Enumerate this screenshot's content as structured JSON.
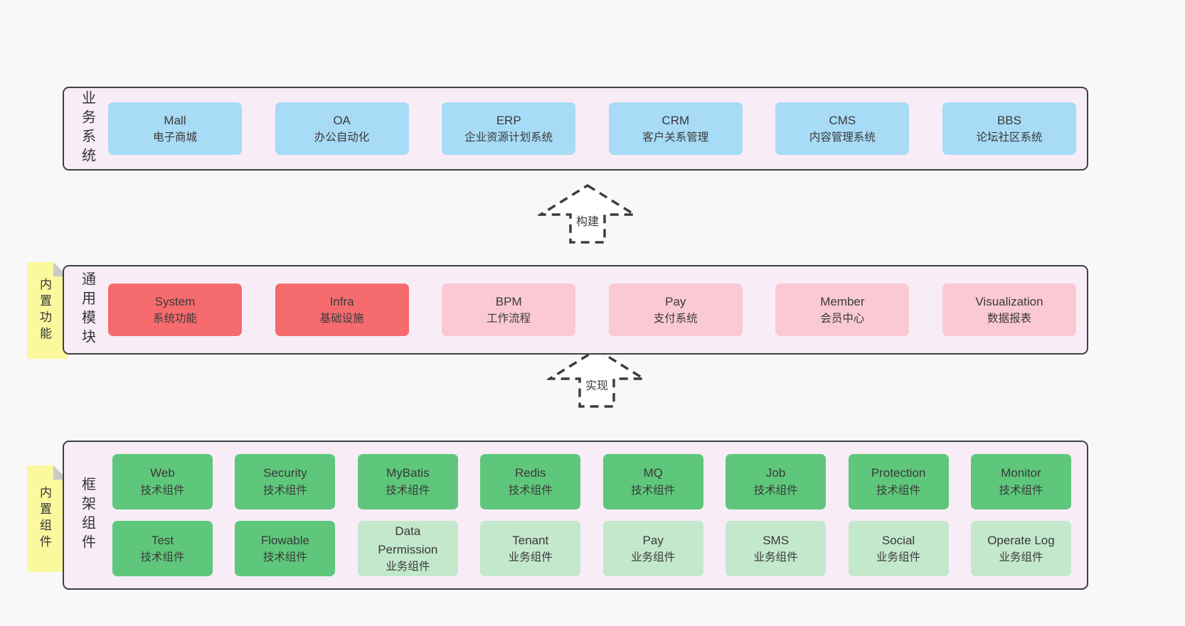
{
  "colors": {
    "page_bg": "#f8f8f8",
    "container_bg": "#f8edf7",
    "container_border": "#3f3f3f",
    "blue_box": "#a8dbf5",
    "red_box": "#f56b6e",
    "pink_box": "#fbc9d3",
    "green_box": "#5fc77b",
    "light_green_box": "#c3e8cc",
    "sticky_bg": "#fbf99e",
    "sticky_fold": "#c9c9c9",
    "text": "#3a3a3a",
    "arrow_stroke": "#3d3d3d"
  },
  "arrows": [
    {
      "label": "构建"
    },
    {
      "label": "实现"
    }
  ],
  "layers": [
    {
      "label": "业务系统",
      "boxes": [
        {
          "name": "Mall",
          "sub": "电子商城"
        },
        {
          "name": "OA",
          "sub": "办公自动化"
        },
        {
          "name": "ERP",
          "sub": "企业资源计划系统"
        },
        {
          "name": "CRM",
          "sub": "客户关系管理"
        },
        {
          "name": "CMS",
          "sub": "内容管理系统"
        },
        {
          "name": "BBS",
          "sub": "论坛社区系统"
        }
      ]
    },
    {
      "label": "通用模块",
      "sticky": "内置功能",
      "boxes": [
        {
          "name": "System",
          "sub": "系统功能"
        },
        {
          "name": "Infra",
          "sub": "基础设施"
        },
        {
          "name": "BPM",
          "sub": "工作流程"
        },
        {
          "name": "Pay",
          "sub": "支付系统"
        },
        {
          "name": "Member",
          "sub": "会员中心"
        },
        {
          "name": "Visualization",
          "sub": "数据报表"
        }
      ]
    },
    {
      "label": "框架组件",
      "sticky": "内置组件",
      "rows": [
        [
          {
            "name": "Web",
            "sub": "技术组件"
          },
          {
            "name": "Security",
            "sub": "技术组件"
          },
          {
            "name": "MyBatis",
            "sub": "技术组件"
          },
          {
            "name": "Redis",
            "sub": "技术组件"
          },
          {
            "name": "MQ",
            "sub": "技术组件"
          },
          {
            "name": "Job",
            "sub": "技术组件"
          },
          {
            "name": "Protection",
            "sub": "技术组件"
          },
          {
            "name": "Monitor",
            "sub": "技术组件"
          }
        ],
        [
          {
            "name": "Test",
            "sub": "技术组件"
          },
          {
            "name": "Flowable",
            "sub": "技术组件"
          },
          {
            "name": "Data Permission",
            "sub": "业务组件"
          },
          {
            "name": "Tenant",
            "sub": "业务组件"
          },
          {
            "name": "Pay",
            "sub": "业务组件"
          },
          {
            "name": "SMS",
            "sub": "业务组件"
          },
          {
            "name": "Social",
            "sub": "业务组件"
          },
          {
            "name": "Operate Log",
            "sub": "业务组件"
          }
        ]
      ]
    }
  ]
}
